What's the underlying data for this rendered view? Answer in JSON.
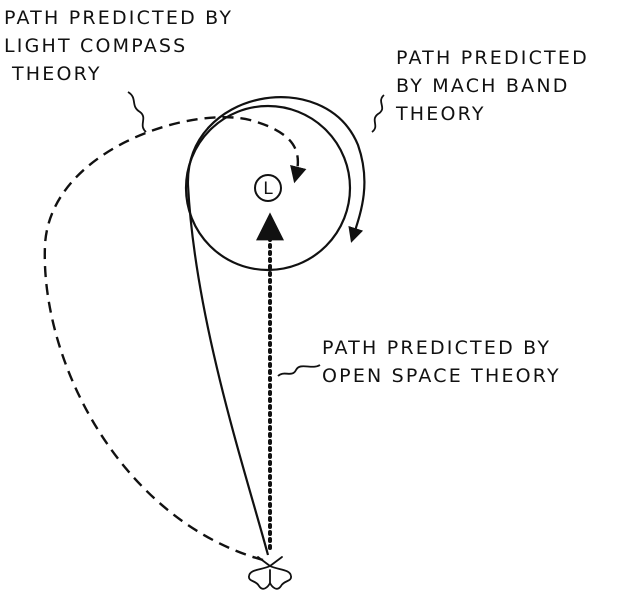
{
  "labels": {
    "light_compass": [
      "PATH PREDICTED BY",
      "LIGHT COMPASS",
      "THEORY"
    ],
    "mach_band": [
      "PATH PREDICTED",
      "BY MACH BAND",
      "THEORY"
    ],
    "open_space": [
      "PATH PREDICTED BY",
      "OPEN SPACE THEORY"
    ]
  },
  "light_source": {
    "letter": "L"
  },
  "colors": {
    "ink": "#111111",
    "background": "#ffffff"
  }
}
